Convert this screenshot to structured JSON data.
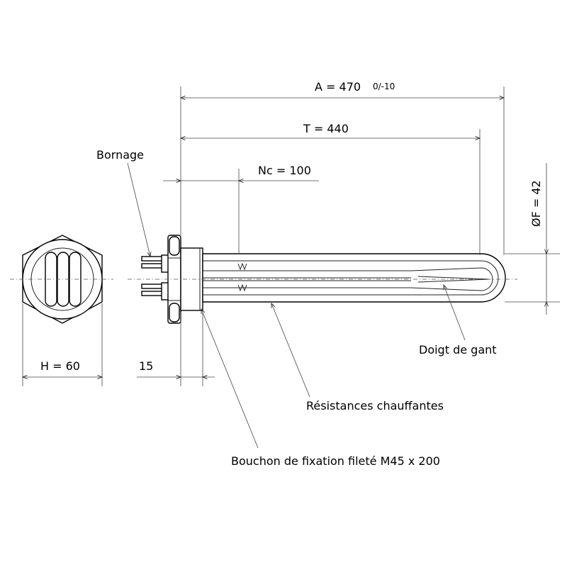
{
  "dimensions": {
    "a": {
      "text": "A = 470",
      "tolerance": "0/-10"
    },
    "t": "T = 440",
    "nc": "Nc = 100",
    "of": "ØF = 42",
    "h": "H = 60",
    "plug": "15"
  },
  "labels": {
    "bornage": "Bornage",
    "doigt": "Doigt de gant",
    "resistances": "Résistances chauffantes",
    "bouchon": "Bouchon de fixation fileté M45 x 200"
  },
  "colors": {
    "line": "#222222",
    "background": "#ffffff"
  }
}
